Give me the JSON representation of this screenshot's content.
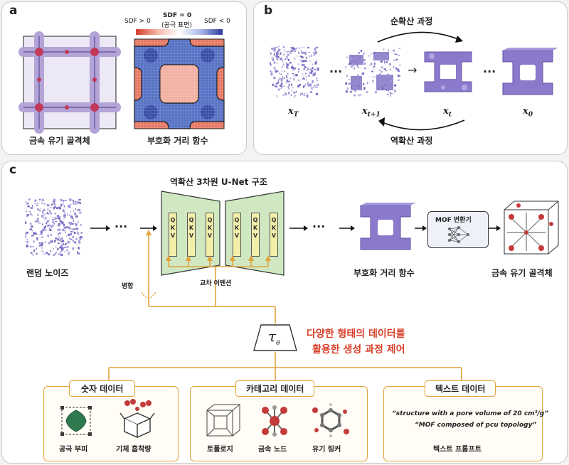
{
  "panel_a": {
    "label": "a",
    "colorbar_left": "SDF > 0",
    "colorbar_mid": "SDF = 0",
    "colorbar_mid_sub": "(공극 표면)",
    "colorbar_right": "SDF < 0",
    "caption_left": "금속 유기 골격체",
    "caption_right": "부호화 거리 함수"
  },
  "panel_b": {
    "label": "b",
    "forward_label": "순확산 과정",
    "reverse_label": "역확산 과정",
    "steps": [
      "x",
      "x",
      "x",
      "x"
    ],
    "step_subs": [
      "T",
      "t+1",
      "t",
      "0"
    ],
    "ellipsis": "···",
    "arrow": "→"
  },
  "panel_c": {
    "label": "c",
    "unet_title": "역확산 3차원 U-Net 구조",
    "qkv": "Q\nK\nV",
    "random_noise_label": "랜덤 노이즈",
    "sdf_label": "부호화 거리 함수",
    "mof_label": "금속 유기 골격체",
    "mof_converter": "MOF 변환기",
    "merge_label": "병합",
    "cross_attention_label": "교차 어텐션",
    "tau_symbol": "τ",
    "tau_sub": "θ",
    "control_line1": "다양한 형태의 데이터를",
    "control_line2": "활용한 생성 과정 제어",
    "ellipsis": "···",
    "numeric": {
      "title": "숫자 데이터",
      "items": [
        "공극 부피",
        "기체 흡착량"
      ]
    },
    "category": {
      "title": "카테고리 데이터",
      "items": [
        "토폴로지",
        "금속 노드",
        "유기 링커"
      ]
    },
    "text": {
      "title": "텍스트 데이터",
      "quote1": "“structure with a pore volume of 20 cm³/g”",
      "quote2": "“MOF composed of pcu topology”",
      "item": "텍스트 프롬프트"
    }
  },
  "colors": {
    "accent": "#e2a33a",
    "purple": "#8a78c9",
    "red": "#d83a2a",
    "unet_fill": "#cfe8c2",
    "qkv_fill": "#f3eeaa"
  }
}
